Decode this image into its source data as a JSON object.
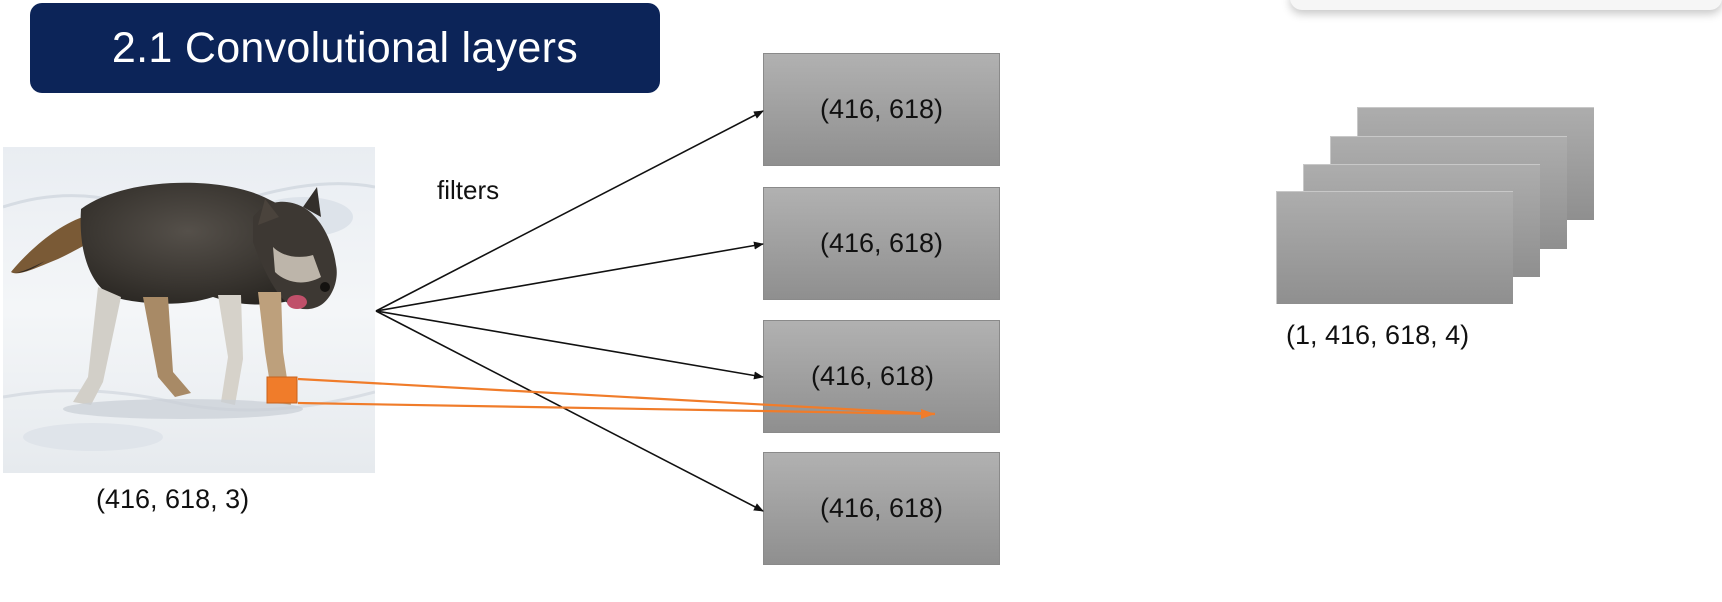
{
  "slide": {
    "title": "2.1 Convolutional layers",
    "input_shape": "(416, 618, 3)",
    "filters_label": "filters",
    "feature_maps": [
      {
        "shape": "(416, 618)"
      },
      {
        "shape": "(416, 618)"
      },
      {
        "shape": "(416, 618)"
      },
      {
        "shape": "(416, 618)"
      }
    ],
    "stacked_output_shape": "(1, 416, 618, 4)"
  },
  "colors": {
    "title_background": "#0c2458",
    "title_text": "#ffffff",
    "receptive_field": "#f07c2a",
    "arrow": "#111111",
    "feature_map_fill": "#9e9e9e"
  },
  "icons": {
    "input_image": "wolf-photo",
    "receptive_field_marker": "orange-square"
  }
}
